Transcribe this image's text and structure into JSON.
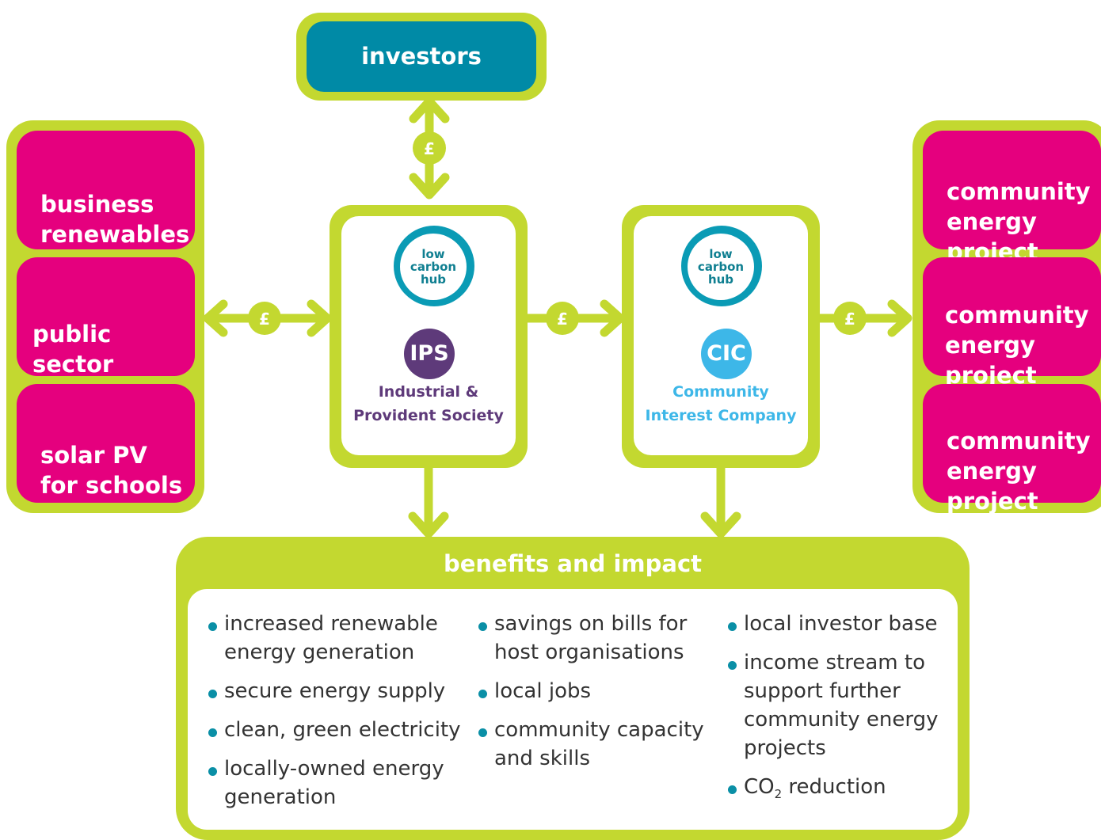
{
  "colors": {
    "lime": "#c3d830",
    "magenta": "#e5007e",
    "teal": "#008aa6",
    "purple": "#5e3a7a",
    "light_blue": "#3db7e8",
    "bullet": "#0a8fa6"
  },
  "investors": {
    "label": "investors"
  },
  "currency_symbol": "£",
  "left_panel": {
    "items": [
      {
        "label": "business\nrenewables"
      },
      {
        "label": "public sector\nrenewables"
      },
      {
        "label": "solar PV\nfor schools"
      }
    ]
  },
  "right_panel": {
    "items": [
      {
        "label": "community\nenergy\nproject"
      },
      {
        "label": "community\nenergy\nproject"
      },
      {
        "label": "community\nenergy\nproject"
      }
    ]
  },
  "ips": {
    "logo_text": "low\ncarbon\nhub",
    "badge": "IPS",
    "name": "Industrial &\nProvident Society"
  },
  "cic": {
    "logo_text": "low\ncarbon\nhub",
    "badge": "CIC",
    "name": "Community\nInterest Company"
  },
  "benefits": {
    "title": "benefits and impact",
    "columns": [
      {
        "items": [
          "increased renewable\nenergy generation",
          "secure energy supply",
          "clean, green electricity",
          "locally-owned energy\ngeneration"
        ]
      },
      {
        "items": [
          "savings on bills for\nhost organisations",
          "local jobs",
          "community capacity\nand skills"
        ]
      },
      {
        "items": [
          "local investor base",
          "income stream to\nsupport further\ncommunity energy\nprojects"
        ]
      }
    ],
    "co2": {
      "prefix": "CO",
      "subscript": "2",
      "suffix": " reduction"
    }
  }
}
